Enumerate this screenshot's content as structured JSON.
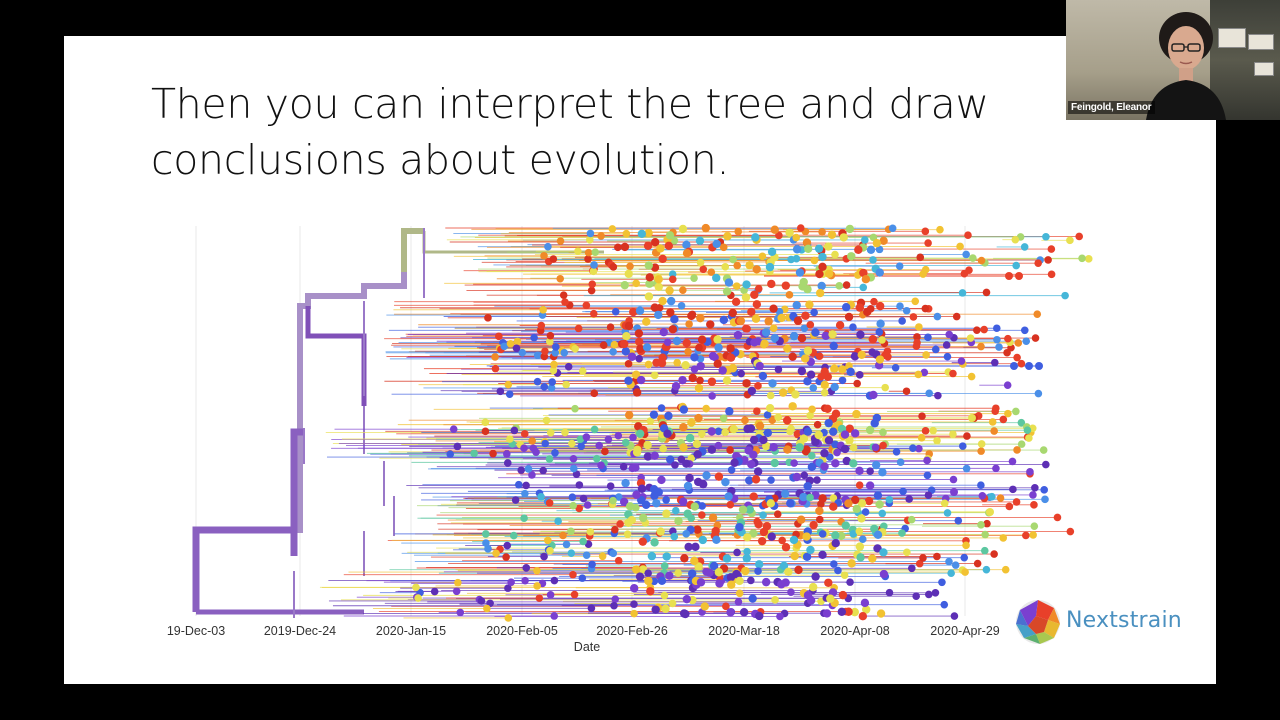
{
  "slide": {
    "title": "Then you can interpret the tree and draw\nconclusions about evolution."
  },
  "tree": {
    "x_ticks": [
      "19-Dec-03",
      "2019-Dec-24",
      "2020-Jan-15",
      "2020-Feb-05",
      "2020-Feb-26",
      "2020-Mar-18",
      "2020-Apr-08",
      "2020-Apr-29"
    ],
    "x_label": "Date",
    "colors": [
      "#5d2fb5",
      "#7a3fd0",
      "#3f5ee0",
      "#4a8fe8",
      "#45b6d8",
      "#5cc7a0",
      "#a8d870",
      "#e8e050",
      "#f2c232",
      "#f08a28",
      "#e8402a",
      "#d83220"
    ]
  },
  "logo": {
    "text": "Nextstrain"
  },
  "video": {
    "participant_name": "Feingold, Eleanor"
  }
}
